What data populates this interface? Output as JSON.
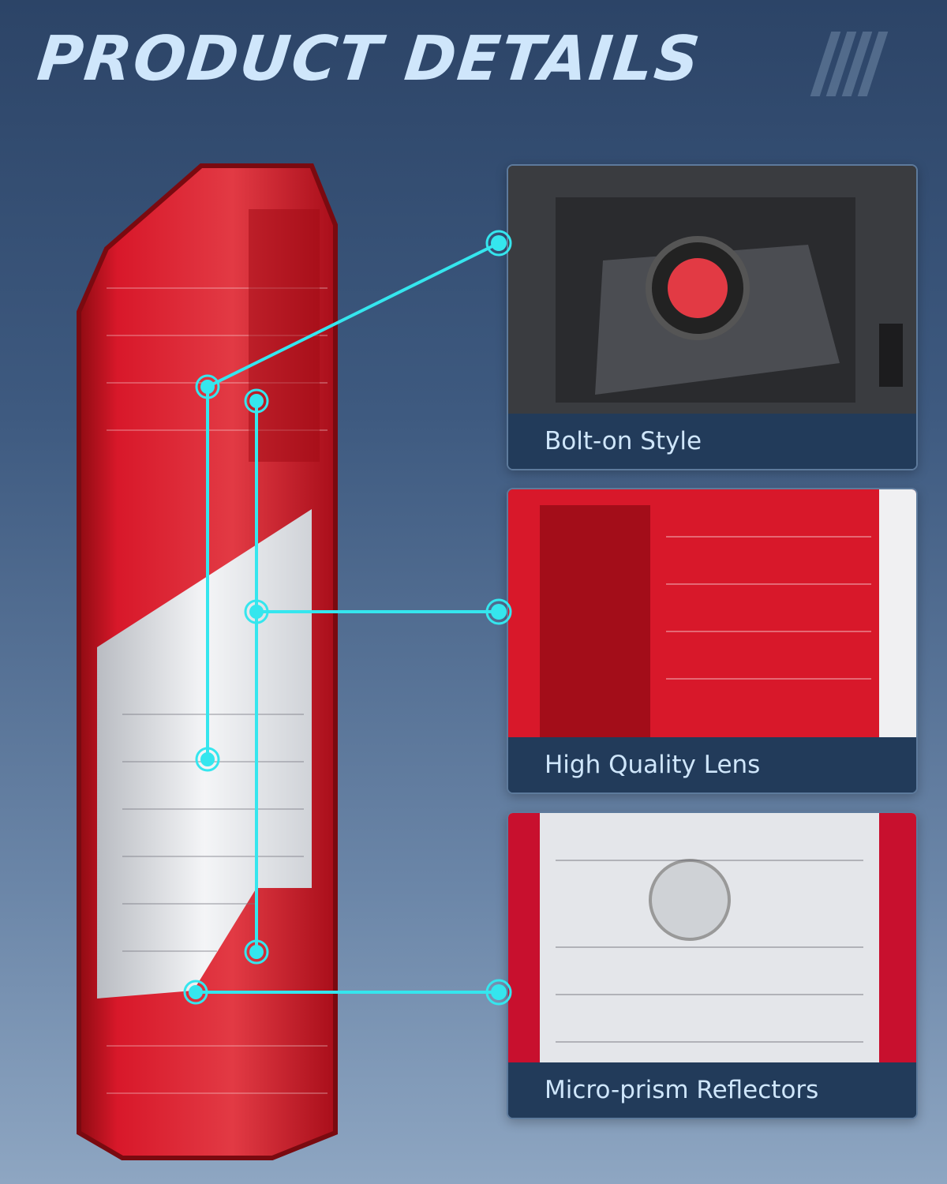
{
  "header": {
    "title": "PRODUCT DETAILS"
  },
  "features": [
    {
      "label": "Bolt-on Style"
    },
    {
      "label": "High Quality Lens"
    },
    {
      "label": "Micro-prism Reflectors"
    }
  ],
  "colors": {
    "background_top": "#2c4467",
    "background_bottom": "#8ea6c2",
    "title": "#cfe6fb",
    "caption_bg": "#223b5a",
    "marker": "#35e6ee",
    "lens_red": "#c8102e"
  }
}
